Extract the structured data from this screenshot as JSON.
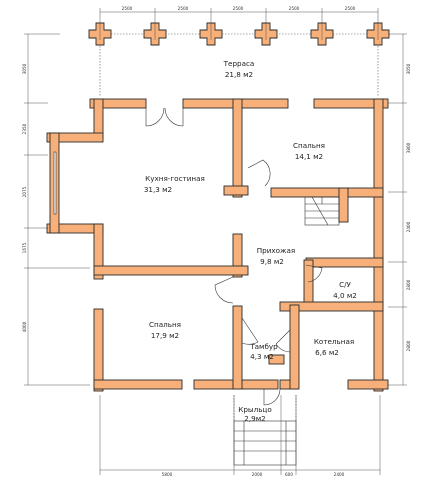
{
  "rooms": [
    {
      "name": "Терраса",
      "area": "21,8 м2"
    },
    {
      "name": "Спальня",
      "area": "14,1 м2"
    },
    {
      "name": "Кухня-гостиная",
      "area": "31,3 м2"
    },
    {
      "name": "Прихожая",
      "area": "9,8 м2"
    },
    {
      "name": "С/У",
      "area": "4,0 м2"
    },
    {
      "name": "Спальня",
      "area": "17,9 м2"
    },
    {
      "name": "Котельная",
      "area": "6,6 м2"
    },
    {
      "name": "Тамбур",
      "area": "4,3 м2"
    },
    {
      "name": "Крыльцо",
      "area": "2,9м2"
    }
  ],
  "dimensions": {
    "top": [
      "2500",
      "2500",
      "2500",
      "2500",
      "2500"
    ],
    "bottom": [
      "5800",
      "2000",
      "600",
      "2400"
    ],
    "left": [
      "3050",
      "2350",
      "2075",
      "1675",
      "4000"
    ],
    "right": [
      "3050",
      "3800",
      "2400",
      "2800",
      "2800"
    ]
  },
  "colors": {
    "wall_fill": "#f7b07a",
    "outline": "#2b2b2b",
    "background": "#ffffff"
  }
}
